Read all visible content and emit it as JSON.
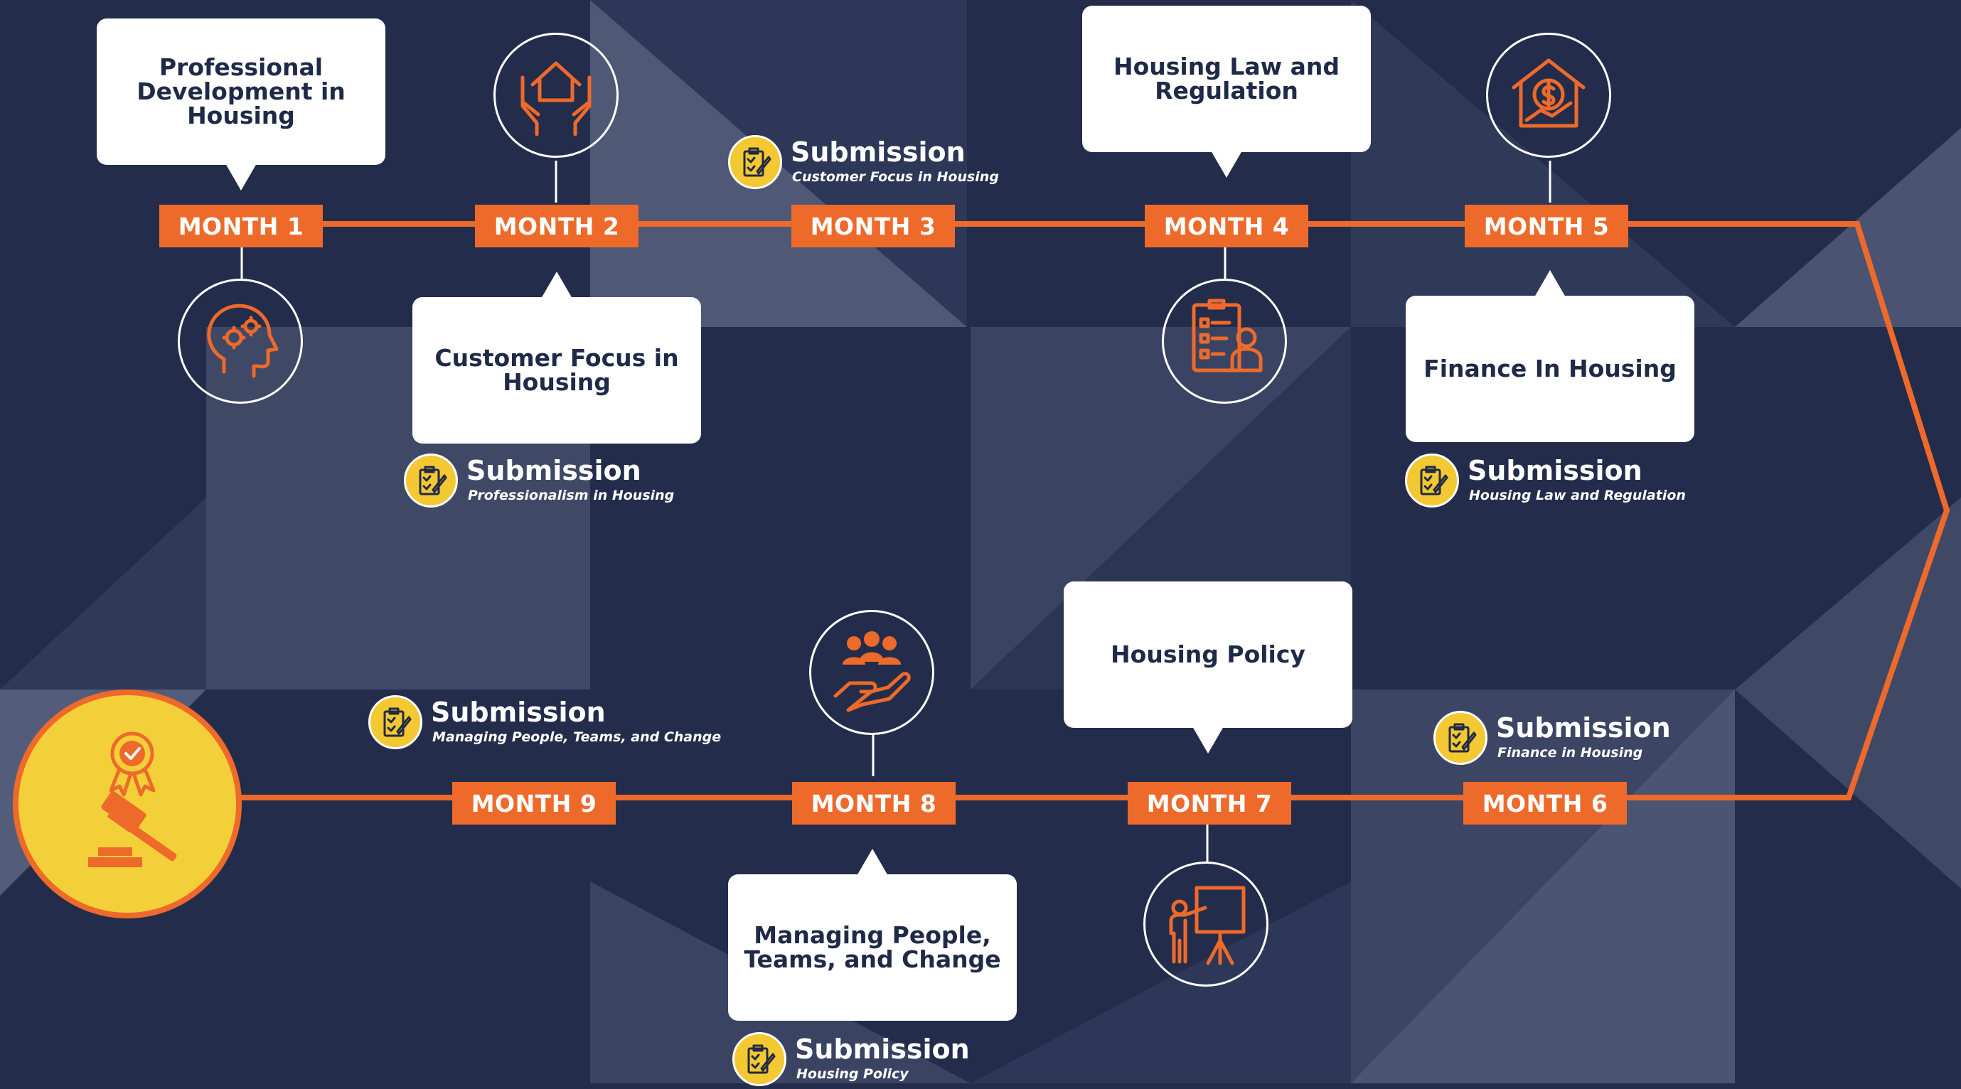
{
  "colors": {
    "background": "#232d4b",
    "accent": "#ee6a2a",
    "submission_badge": "#f3c832",
    "bubble": "#ffffff",
    "bubble_text": "#1f2a48"
  },
  "months": {
    "m1": "MONTH 1",
    "m2": "MONTH 2",
    "m3": "MONTH 3",
    "m4": "MONTH 4",
    "m5": "MONTH 5",
    "m6": "MONTH 6",
    "m7": "MONTH 7",
    "m8": "MONTH 8",
    "m9": "MONTH 9"
  },
  "modules": {
    "m1": {
      "line1": "Professional",
      "line2": "Development in",
      "line3": "Housing"
    },
    "m2": {
      "line1": "Customer Focus in",
      "line2": "Housing"
    },
    "m4": {
      "line1": "Housing Law and",
      "line2": "Regulation"
    },
    "m5": {
      "line1": "Finance In Housing"
    },
    "m7": {
      "line1": "Housing Policy"
    },
    "m8": {
      "line1": "Managing People,",
      "line2": "Teams, and Change"
    }
  },
  "submissions": [
    {
      "title": "Submission",
      "subtitle": "Customer Focus in Housing"
    },
    {
      "title": "Submission",
      "subtitle": "Professionalism in Housing"
    },
    {
      "title": "Submission",
      "subtitle": "Housing Law and Regulation"
    },
    {
      "title": "Submission",
      "subtitle": "Finance in Housing"
    },
    {
      "title": "Submission",
      "subtitle": "Managing People, Teams, and Change"
    },
    {
      "title": "Submission",
      "subtitle": "Housing Policy"
    }
  ],
  "icons": {
    "m1": "head-gears-icon",
    "m2": "hands-house-icon",
    "m4": "checklist-person-icon",
    "m5": "house-dollar-icon",
    "m7": "presenter-board-icon",
    "m8": "hand-team-icon",
    "submission": "clipboard-pencil-icon",
    "finish": "award-gavel-icon"
  }
}
